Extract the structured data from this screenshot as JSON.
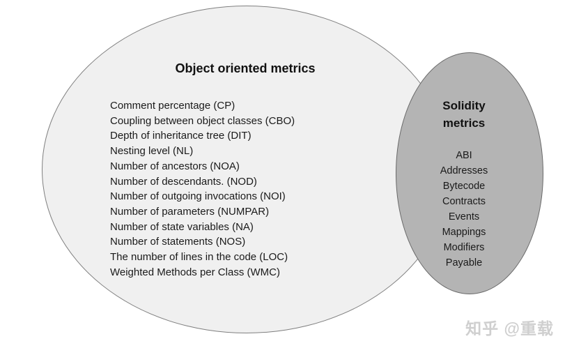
{
  "diagram": {
    "left_ellipse": {
      "title": "Object oriented metrics",
      "fill_color": "#f0f0f0",
      "border_color": "#7f7f7f",
      "items": [
        "Comment percentage (CP)",
        "Coupling between object classes (CBO)",
        "Depth of inheritance tree (DIT)",
        "Nesting level (NL)",
        "Number of ancestors (NOA)",
        "Number of descendants. (NOD)",
        "Number of outgoing invocations (NOI)",
        "Number of parameters (NUMPAR)",
        "Number of state variables (NA)",
        "Number of statements (NOS)",
        "The number of lines in the code (LOC)",
        "Weighted Methods per Class (WMC)"
      ]
    },
    "right_ellipse": {
      "title": "Solidity metrics",
      "fill_color": "#b4b4b4",
      "border_color": "#696969",
      "items": [
        "ABI",
        "Addresses",
        "Bytecode",
        "Contracts",
        "Events",
        "Mappings",
        "Modifiers",
        "Payable"
      ]
    },
    "watermark": "知乎 @重载"
  }
}
